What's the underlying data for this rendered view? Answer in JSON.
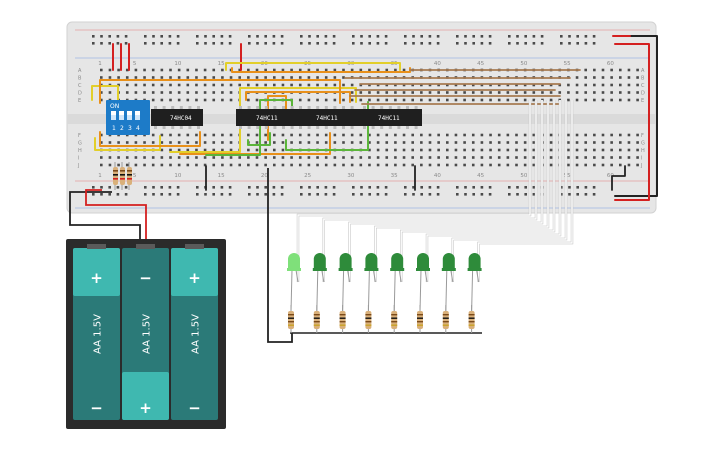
{
  "breadboard": {
    "top_column_numbers": [
      "1",
      "5",
      "10",
      "15",
      "20",
      "25",
      "30",
      "35",
      "40",
      "45",
      "50",
      "55",
      "60"
    ],
    "bottom_column_numbers": [
      "1",
      "5",
      "10",
      "15",
      "20",
      "25",
      "30",
      "35",
      "40",
      "45",
      "50",
      "55",
      "60"
    ],
    "row_letters_top": [
      "A",
      "B",
      "C",
      "D",
      "E"
    ],
    "row_letters_bottom": [
      "F",
      "G",
      "H",
      "I",
      "J"
    ]
  },
  "dip_switch": {
    "on_label": "ON",
    "switch_numbers": [
      "1",
      "2",
      "3",
      "4"
    ]
  },
  "chips": [
    {
      "label": "74HC04"
    },
    {
      "label": "74HC11"
    },
    {
      "label": "74HC11"
    },
    {
      "label": "74HC11"
    }
  ],
  "battery_pack": {
    "cells": [
      {
        "label": "AA 1.5V",
        "top_sign": "+",
        "bottom_sign": "−"
      },
      {
        "label": "AA 1.5V",
        "top_sign": "−",
        "bottom_sign": "+"
      },
      {
        "label": "AA 1.5V",
        "top_sign": "+",
        "bottom_sign": "−"
      }
    ]
  },
  "leds": {
    "count": 8,
    "color": "#2e8b3a",
    "lit_color": "#7fe07a"
  },
  "colors": {
    "board": "#e6e6e6",
    "chip": "#1f1f1f",
    "dip": "#1d7bc8",
    "battery_case": "#2b2b2b",
    "battery_cell": "#2b7a78",
    "battery_cell_light": "#3fb8b0",
    "wire_orange": "#e8901a",
    "wire_yellow": "#e2cf2a",
    "wire_green": "#5bb53a",
    "wire_brown": "#a77b52",
    "wire_red": "#d42020",
    "wire_black": "#222222",
    "wire_white": "#e8e8e8"
  }
}
